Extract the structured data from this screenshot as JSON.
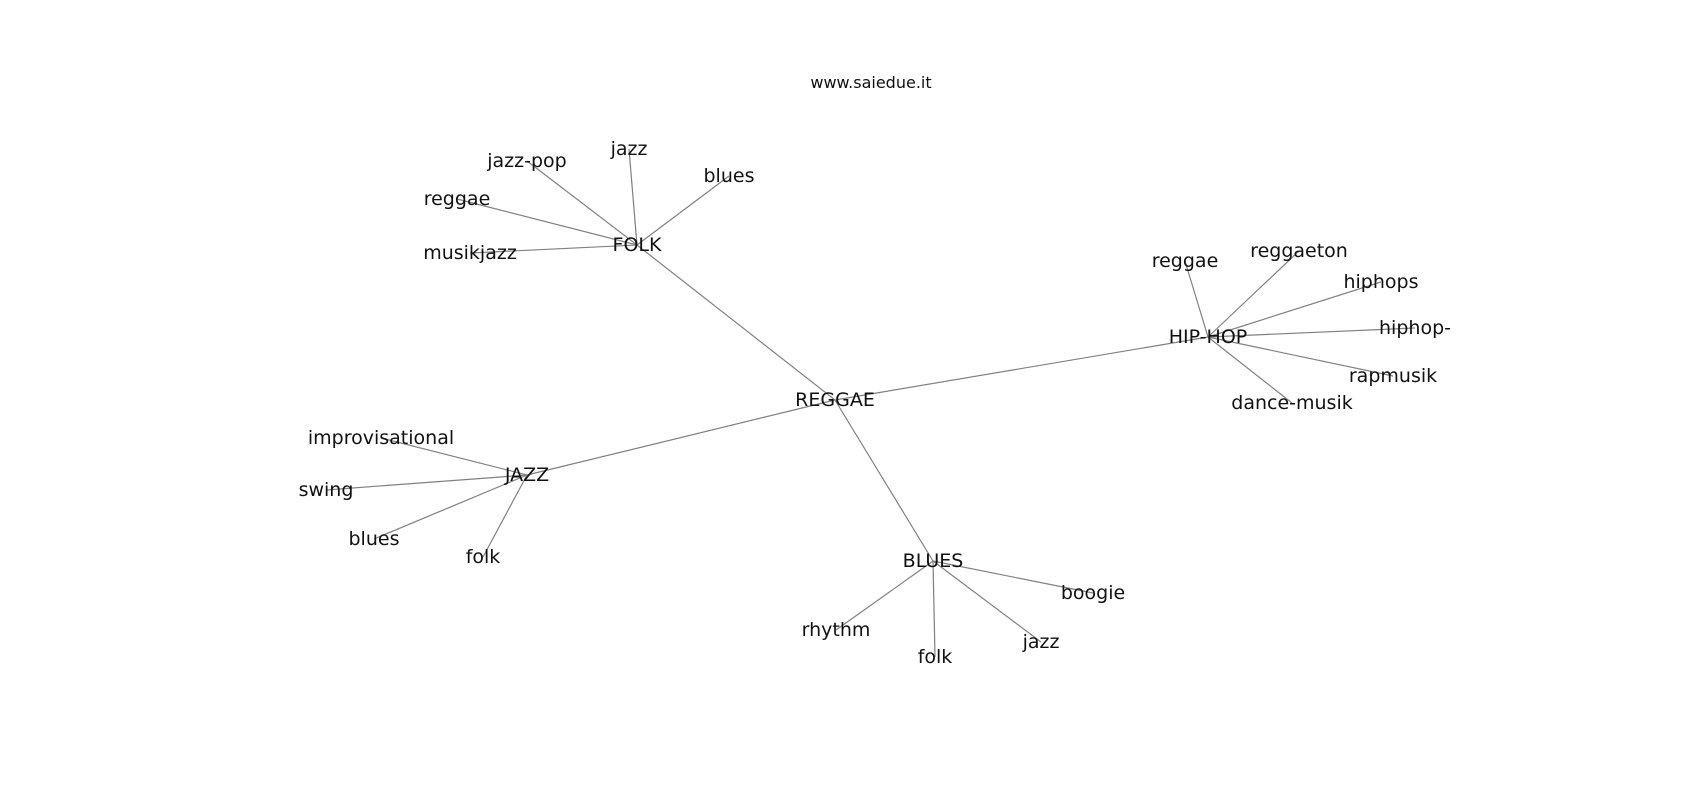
{
  "header": {
    "site": "www.saiedue.it"
  },
  "graph": {
    "center": "REGGAE",
    "hubs": [
      {
        "label": "FOLK",
        "leaves": [
          "jazz-pop",
          "jazz",
          "blues",
          "reggae",
          "musikjazz"
        ]
      },
      {
        "label": "HIP-HOP",
        "leaves": [
          "reggae",
          "reggaeton",
          "hiphops",
          "hiphop-",
          "rapmusik",
          "dance-musik"
        ]
      },
      {
        "label": "JAZZ",
        "leaves": [
          "improvisational",
          "swing",
          "blues",
          "folk"
        ]
      },
      {
        "label": "BLUES",
        "leaves": [
          "boogie",
          "rhythm",
          "folk",
          "jazz"
        ]
      }
    ]
  },
  "colors": {
    "edge": "#808080",
    "text": "#111111",
    "background": "#ffffff"
  }
}
